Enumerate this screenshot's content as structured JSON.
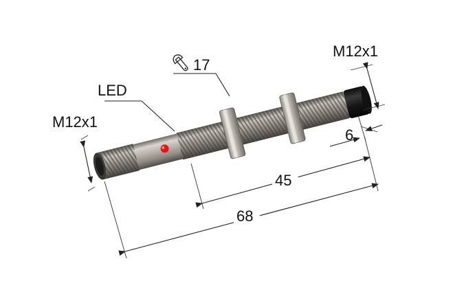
{
  "labels": {
    "thread_left": "M12x1",
    "thread_right": "M12x1",
    "led": "LED",
    "wrench_size": "17",
    "dim_6": "6",
    "dim_45": "45",
    "dim_68": "68"
  },
  "icons": {
    "wrench": "wrench-icon"
  },
  "colors": {
    "body_metal": "#a8a29a",
    "thread_dark": "#6e6a66",
    "cap_black": "#161616",
    "led_red": "#e8141a",
    "line": "#222222"
  }
}
